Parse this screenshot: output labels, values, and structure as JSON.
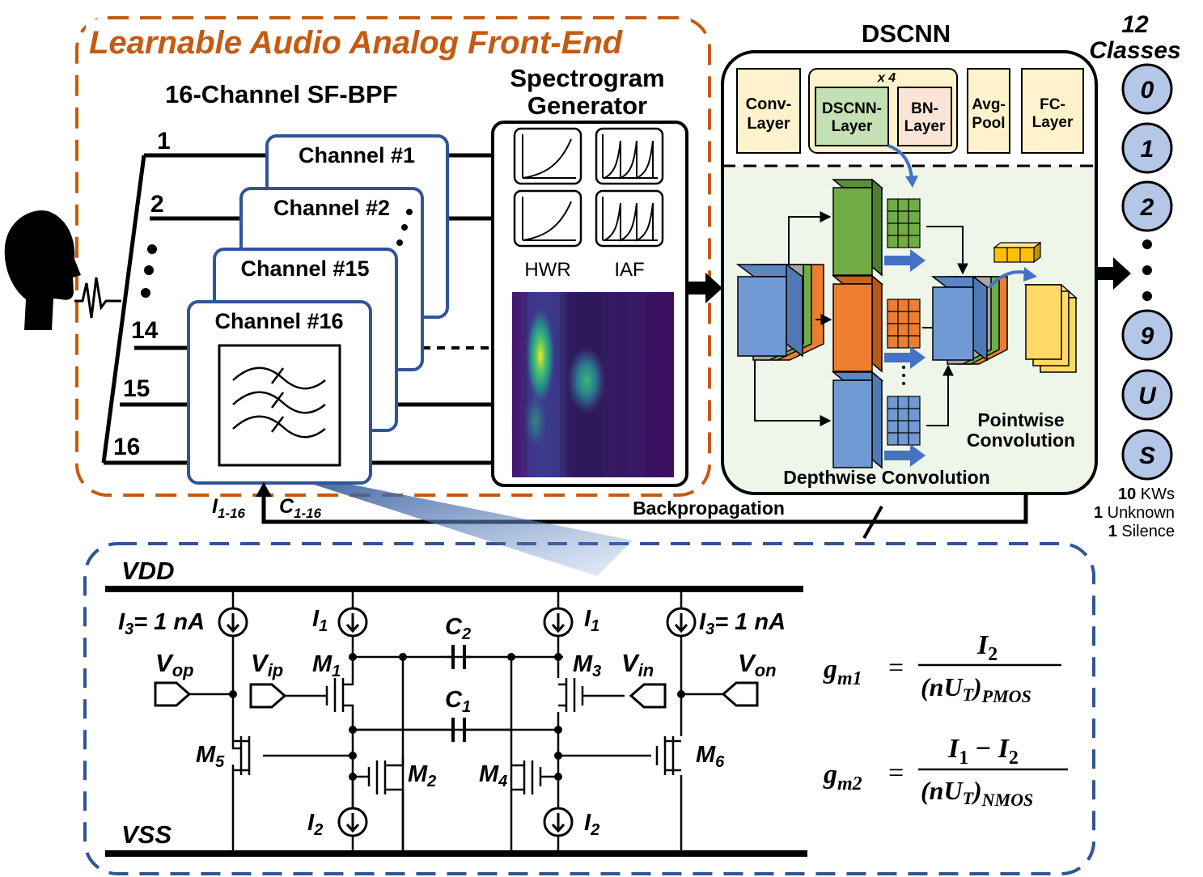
{
  "afe": {
    "title": "Learnable Audio Analog Front-End",
    "bpf_title": "16-Channel SF-BPF",
    "channel_numbers": [
      "1",
      "2",
      "14",
      "15",
      "16"
    ],
    "channel_cards": [
      "Channel #1",
      "Channel #2",
      "Channel #15",
      "Channel #16"
    ],
    "spectrogram_title_line1": "Spectrogram",
    "spectrogram_title_line2": "Generator",
    "hwr_label": "HWR",
    "iaf_label": "IAF"
  },
  "dscnn": {
    "title": "DSCNN",
    "repeat_label": "x 4",
    "layers": [
      {
        "line1": "Conv-",
        "line2": "Layer"
      },
      {
        "line1": "DSCNN-",
        "line2": "Layer"
      },
      {
        "line1": "BN-",
        "line2": "Layer"
      },
      {
        "line1": "Avg-",
        "line2": "Pool"
      },
      {
        "line1": "FC-",
        "line2": "Layer"
      }
    ],
    "pointwise_line1": "Pointwise",
    "pointwise_line2": "Convolution",
    "depthwise_label": "Depthwise Convolution"
  },
  "classes": {
    "title_line1": "12",
    "title_line2": "Classes",
    "items_top": [
      "0",
      "1",
      "2"
    ],
    "items_bottom": [
      "9",
      "U",
      "S"
    ],
    "legend": [
      {
        "count": "10",
        "label": " KWs"
      },
      {
        "count": "1",
        "label": " Unknown"
      },
      {
        "count": "1",
        "label": " Silence"
      }
    ]
  },
  "feedback": {
    "backprop_label": "Backpropagation",
    "i_label": "I",
    "i_sub": "1-16",
    "c_label": "C",
    "c_sub": "1-16"
  },
  "circuit": {
    "vdd": "VDD",
    "vss": "VSS",
    "sources": {
      "i3": "I",
      "i3_sub": "3",
      "i3_value": "= 1 nA",
      "i1": "I",
      "i1_sub": "1",
      "i2": "I",
      "i2_sub": "2"
    },
    "caps": {
      "c2": "C",
      "c2_sub": "2",
      "c1": "C",
      "c1_sub": "1"
    },
    "ports": {
      "vop": "V",
      "vop_sub": "op",
      "vip": "V",
      "vip_sub": "ip",
      "vin": "V",
      "vin_sub": "in",
      "von": "V",
      "von_sub": "on"
    },
    "transistors": {
      "m1": "M",
      "m1_sub": "1",
      "m2": "M",
      "m2_sub": "2",
      "m3": "M",
      "m3_sub": "3",
      "m4": "M",
      "m4_sub": "4",
      "m5": "M",
      "m5_sub": "5",
      "m6": "M",
      "m6_sub": "6"
    }
  },
  "equations": {
    "gm1_g": "g",
    "gm1_sub": "m1",
    "eq": "=",
    "gm1_num": "I",
    "gm1_num_sub": "2",
    "gm1_den": "(nU",
    "gm1_den_sub": "T",
    "gm1_den_close": ")",
    "gm1_den_type": "PMOS",
    "gm2_g": "g",
    "gm2_sub": "m2",
    "gm2_num_a": "I",
    "gm2_num_a_sub": "1",
    "gm2_minus": " − ",
    "gm2_num_b": "I",
    "gm2_num_b_sub": "2",
    "gm2_den": "(nU",
    "gm2_den_sub": "T",
    "gm2_den_close": ")",
    "gm2_den_type": "NMOS"
  },
  "colors": {
    "afe_border": "#c55a11",
    "circuit_border": "#2f5597",
    "class_fill": "#b4c7e7",
    "cube_blue": "#6f9ad4",
    "cube_green": "#70ad47",
    "cube_orange": "#ed7d31",
    "cube_yellow": "#ffd966",
    "cube_gray": "#a6a6a6",
    "layer_fill": "#fff2cc",
    "dscnn_layer_fill": "#c5e0b4",
    "bn_layer_fill": "#fbe5d6",
    "dscnn_panel_fill": "#eef5e9",
    "arrow_blue": "#4472c4"
  }
}
